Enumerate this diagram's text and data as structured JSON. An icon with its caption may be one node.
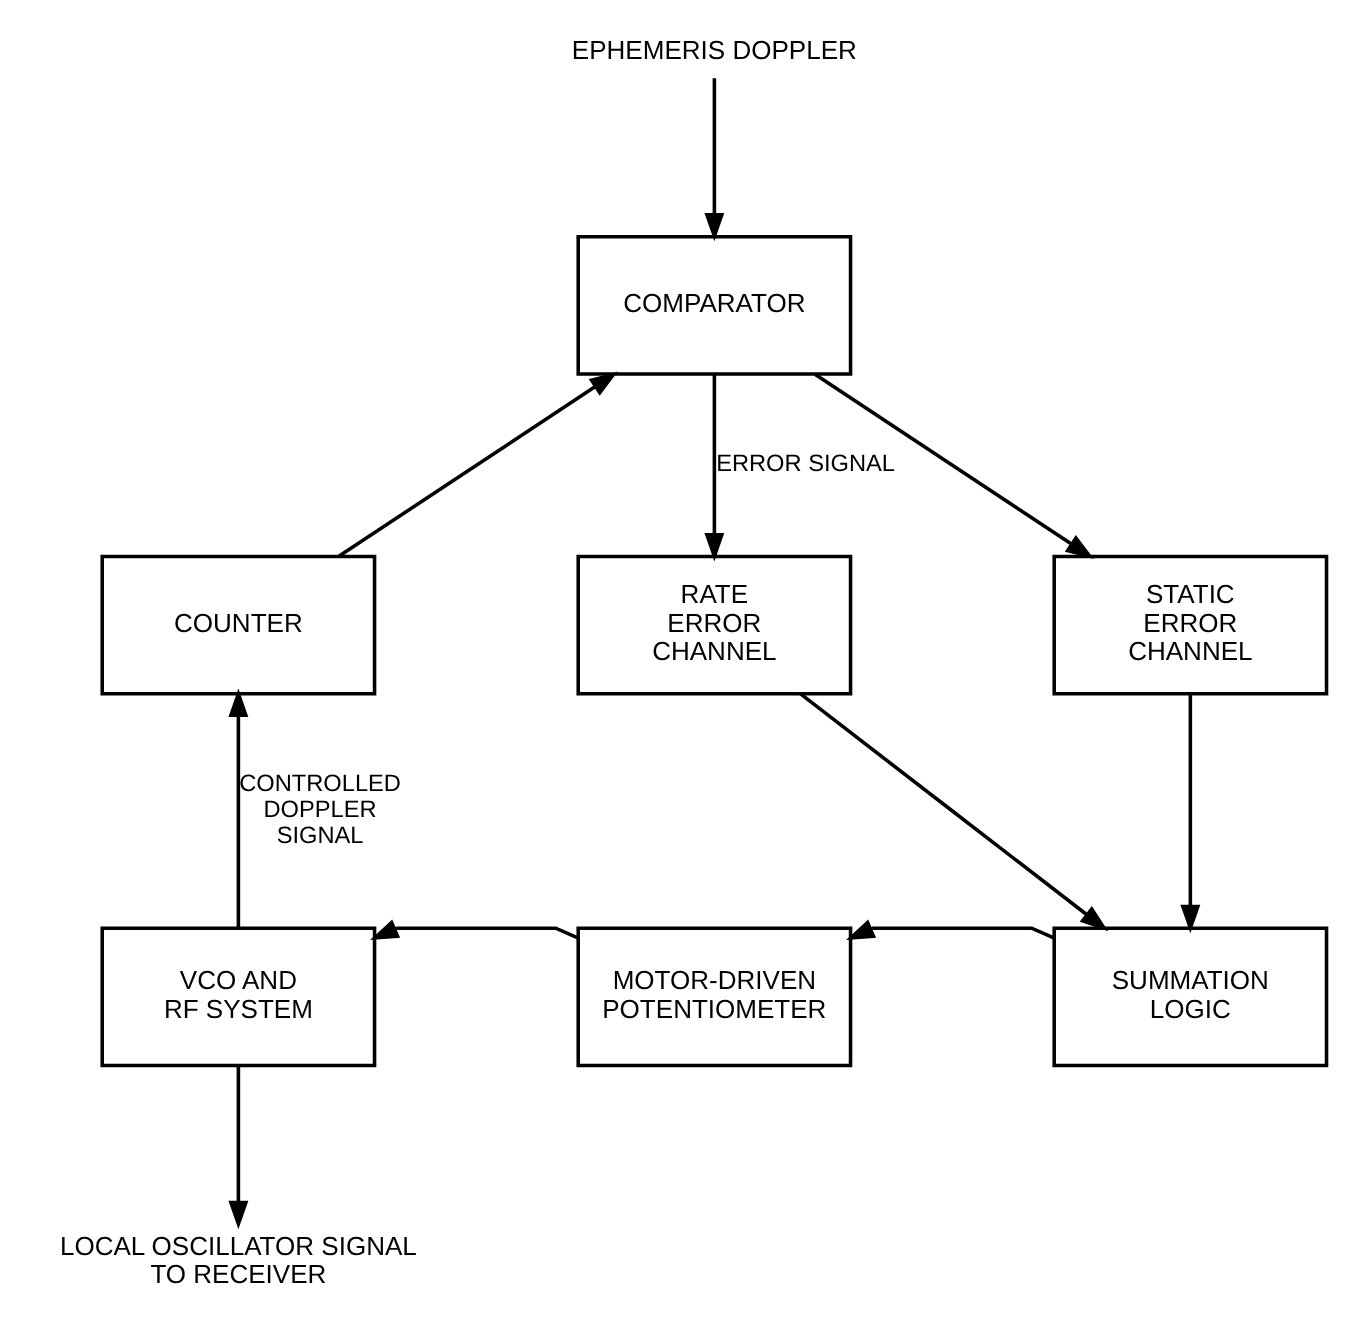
{
  "diagram": {
    "nodes": [
      {
        "text": [
          "EPHEMERIS DOPPLER"
        ]
      },
      {
        "text": [
          "COMPARATOR"
        ]
      },
      {
        "text": [
          "COUNTER"
        ]
      },
      {
        "text": [
          "RATE ERROR CHANNEL"
        ]
      },
      {
        "text": [
          "STATIC ERROR CHANNEL"
        ]
      },
      {
        "text": [
          "VCO AND RF SYSTEM"
        ]
      },
      {
        "text": [
          "MOTOR-DRIVEN POTENTIOMETER"
        ]
      },
      {
        "text": [
          "SUMMATION LOGIC"
        ]
      },
      {
        "text": [
          "LOCAL OSCILLATOR SIGNAL TO RECEIVER"
        ]
      }
    ],
    "edges": [
      {
        "from": 0,
        "to": 1,
        "arrow": "to"
      },
      {
        "from": 1,
        "to": 3,
        "arrow": "to",
        "label": "ERROR SIGNAL"
      },
      {
        "from": 1,
        "to": 4,
        "arrow": "to"
      },
      {
        "from": 2,
        "to": 1,
        "arrow": "to"
      },
      {
        "from": 5,
        "to": 2,
        "arrow": "to",
        "label": "CONTROLLED DOPPLER SIGNAL"
      },
      {
        "from": 3,
        "to": 7,
        "arrow": "to"
      },
      {
        "from": 4,
        "to": 7,
        "arrow": "to"
      },
      {
        "from": 7,
        "to": 6,
        "arrow": "to"
      },
      {
        "from": 6,
        "to": 5,
        "arrow": "to"
      },
      {
        "from": 5,
        "to": 8,
        "arrow": "to"
      }
    ]
  }
}
